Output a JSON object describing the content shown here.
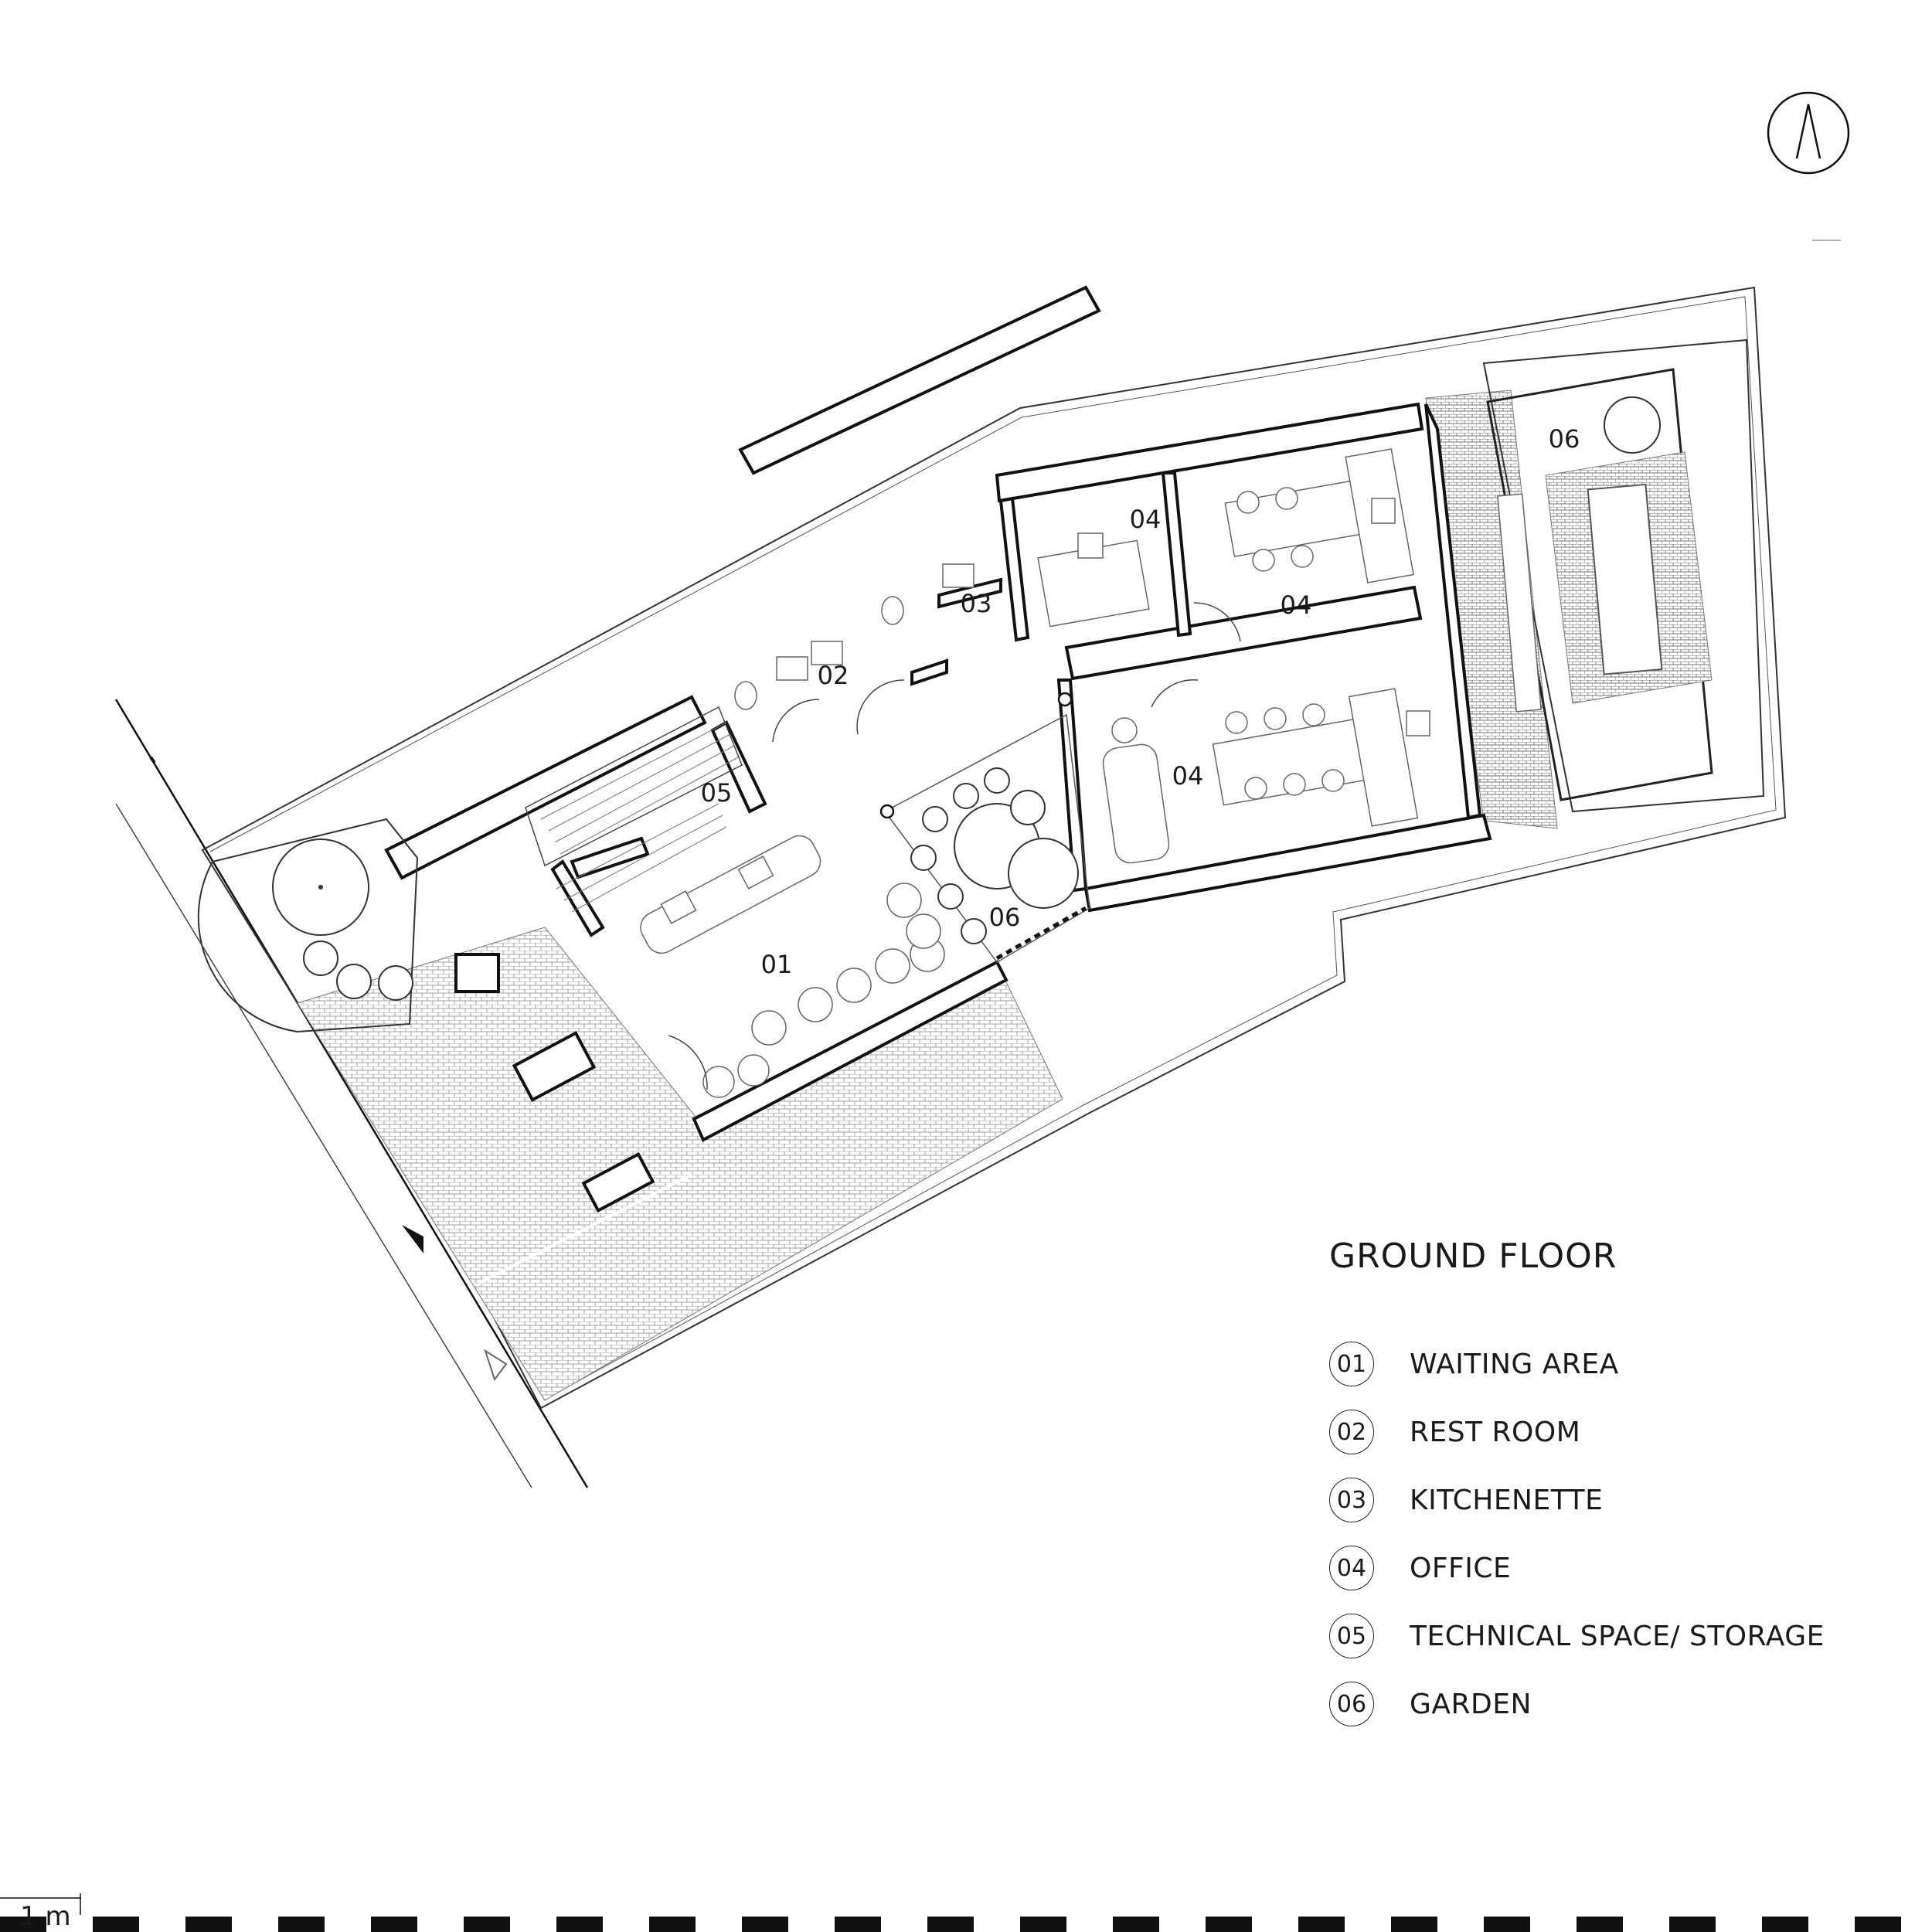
{
  "drawing": {
    "title": "GROUND FLOOR",
    "scale_text": "1 m"
  },
  "legend": [
    {
      "num": "01",
      "name": "WAITING AREA"
    },
    {
      "num": "02",
      "name": "REST ROOM"
    },
    {
      "num": "03",
      "name": "KITCHENETTE"
    },
    {
      "num": "04",
      "name": "OFFICE"
    },
    {
      "num": "05",
      "name": "TECHNICAL SPACE/ STORAGE"
    },
    {
      "num": "06",
      "name": "GARDEN"
    }
  ],
  "room_tags": {
    "waiting": "01",
    "restroom": "02",
    "kitchenette": "03",
    "office_a": "04",
    "office_b": "04",
    "office_c": "04",
    "storage": "05",
    "garden_inner": "06",
    "garden_terrace": "06"
  }
}
